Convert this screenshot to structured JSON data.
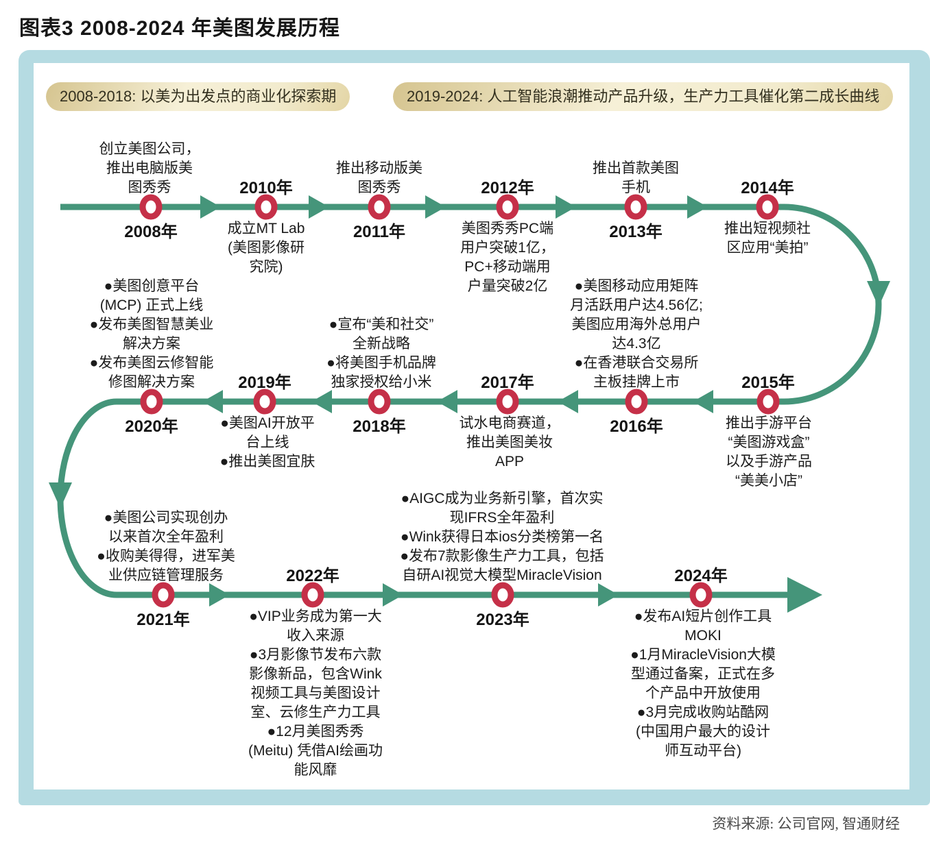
{
  "title": "图表3 2008-2024 年美图发展历程",
  "source": "资料来源: 公司官网, 智通财经",
  "colors": {
    "timeline_green": "#45957a",
    "marker_red": "#c53048",
    "panel_border_blue": "#b5dbe2",
    "phase_pill_gold": "#ecdfb4"
  },
  "phases": [
    {
      "label": "2008-2018: 以美为出发点的商业化探索期"
    },
    {
      "label": "2019-2024: 人工智能浪潮推动产品升级，生产力工具催化第二成长曲线"
    }
  ],
  "nodes": [
    {
      "year": "2008年",
      "text": "创立美图公司，\n推出电脑版美\n图秀秀"
    },
    {
      "year": "2010年",
      "text": "成立MT Lab\n(美图影像研\n究院)"
    },
    {
      "year": "2011年",
      "text": "推出移动版美\n图秀秀"
    },
    {
      "year": "2012年",
      "text": "美图秀秀PC端\n用户突破1亿，\nPC+移动端用\n户量突破2亿"
    },
    {
      "year": "2013年",
      "text": "推出首款美图\n手机"
    },
    {
      "year": "2014年",
      "text": "推出短视频社\n区应用“美拍”"
    },
    {
      "year": "2015年",
      "text": "推出手游平台\n“美图游戏盒”\n以及手游产品\n“美美小店”"
    },
    {
      "year": "2016年",
      "text": "●美图移动应用矩阵\n月活跃用户达4.56亿;\n美图应用海外总用户\n达4.3亿\n●在香港联合交易所\n主板挂牌上市"
    },
    {
      "year": "2017年",
      "text": "试水电商赛道，\n推出美图美妆\nAPP"
    },
    {
      "year": "2018年",
      "text": "●宣布“美和社交”\n全新战略\n●将美图手机品牌\n独家授权给小米"
    },
    {
      "year": "2019年",
      "text": "●美图AI开放平\n台上线\n●推出美图宜肤"
    },
    {
      "year": "2020年",
      "text": "●美图创意平台\n(MCP) 正式上线\n●发布美图智慧美业\n解决方案\n●发布美图云修智能\n修图解决方案"
    },
    {
      "year": "2021年",
      "text": "●美图公司实现创办\n以来首次全年盈利\n●收购美得得，进军美\n业供应链管理服务"
    },
    {
      "year": "2022年",
      "text": "●VIP业务成为第一大\n收入来源\n●3月影像节发布六款\n影像新品，包含Wink\n视频工具与美图设计\n室、云修生产力工具\n●12月美图秀秀\n(Meitu) 凭借AI绘画功\n能风靡"
    },
    {
      "year": "2023年",
      "text": "●AIGC成为业务新引擎，首次实\n现IFRS全年盈利\n●Wink获得日本ios分类榜第一名\n●发布7款影像生产力工具，包括\n自研AI视觉大模型MiracleVision"
    },
    {
      "year": "2024年",
      "text": "●发布AI短片创作工具\nMOKI\n●1月MiracleVision大模\n型通过备案，正式在多\n个产品中开放使用\n●3月完成收购站酷网\n(中国用户最大的设计\n师互动平台)"
    }
  ]
}
